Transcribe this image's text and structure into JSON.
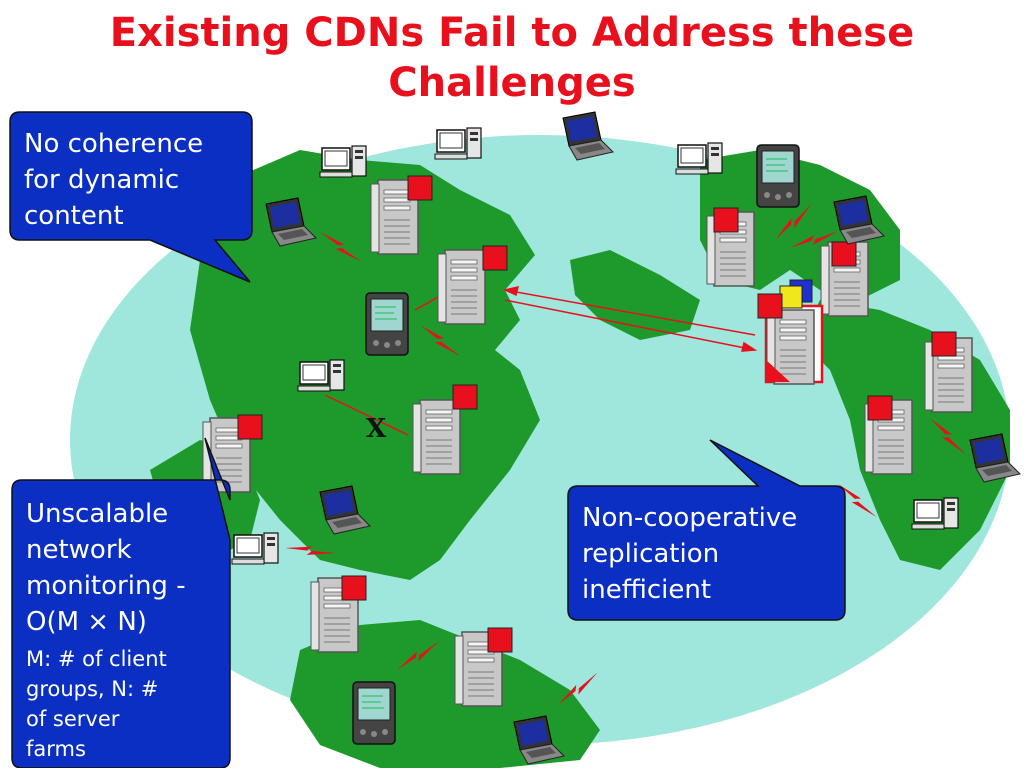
{
  "title": {
    "line1": "Existing CDNs Fail to Address these",
    "line2": "Challenges"
  },
  "callouts": {
    "coherence": {
      "lines": [
        "No coherence",
        "for dynamic",
        "content"
      ]
    },
    "scalable": {
      "lines": [
        "Unscalable",
        "network",
        "monitoring -",
        "O(M × N)"
      ],
      "note_lines": [
        "M: # of client",
        "groups, N: #",
        "of server",
        "farms"
      ]
    },
    "replication": {
      "lines": [
        "Non-cooperative",
        "replication",
        "inefficient"
      ]
    }
  },
  "failure_mark": "X",
  "colors": {
    "title": "#e8101c",
    "ocean": "#9fe6dc",
    "land": "#1d9a2b",
    "callout": "#0a2fc2",
    "replica": "#e8101c",
    "link": "#e8101c"
  },
  "icons": [
    "server-icon",
    "replica-square-icon",
    "laptop-icon",
    "desktop-computer-icon",
    "pda-icon",
    "lightning-link-icon"
  ]
}
